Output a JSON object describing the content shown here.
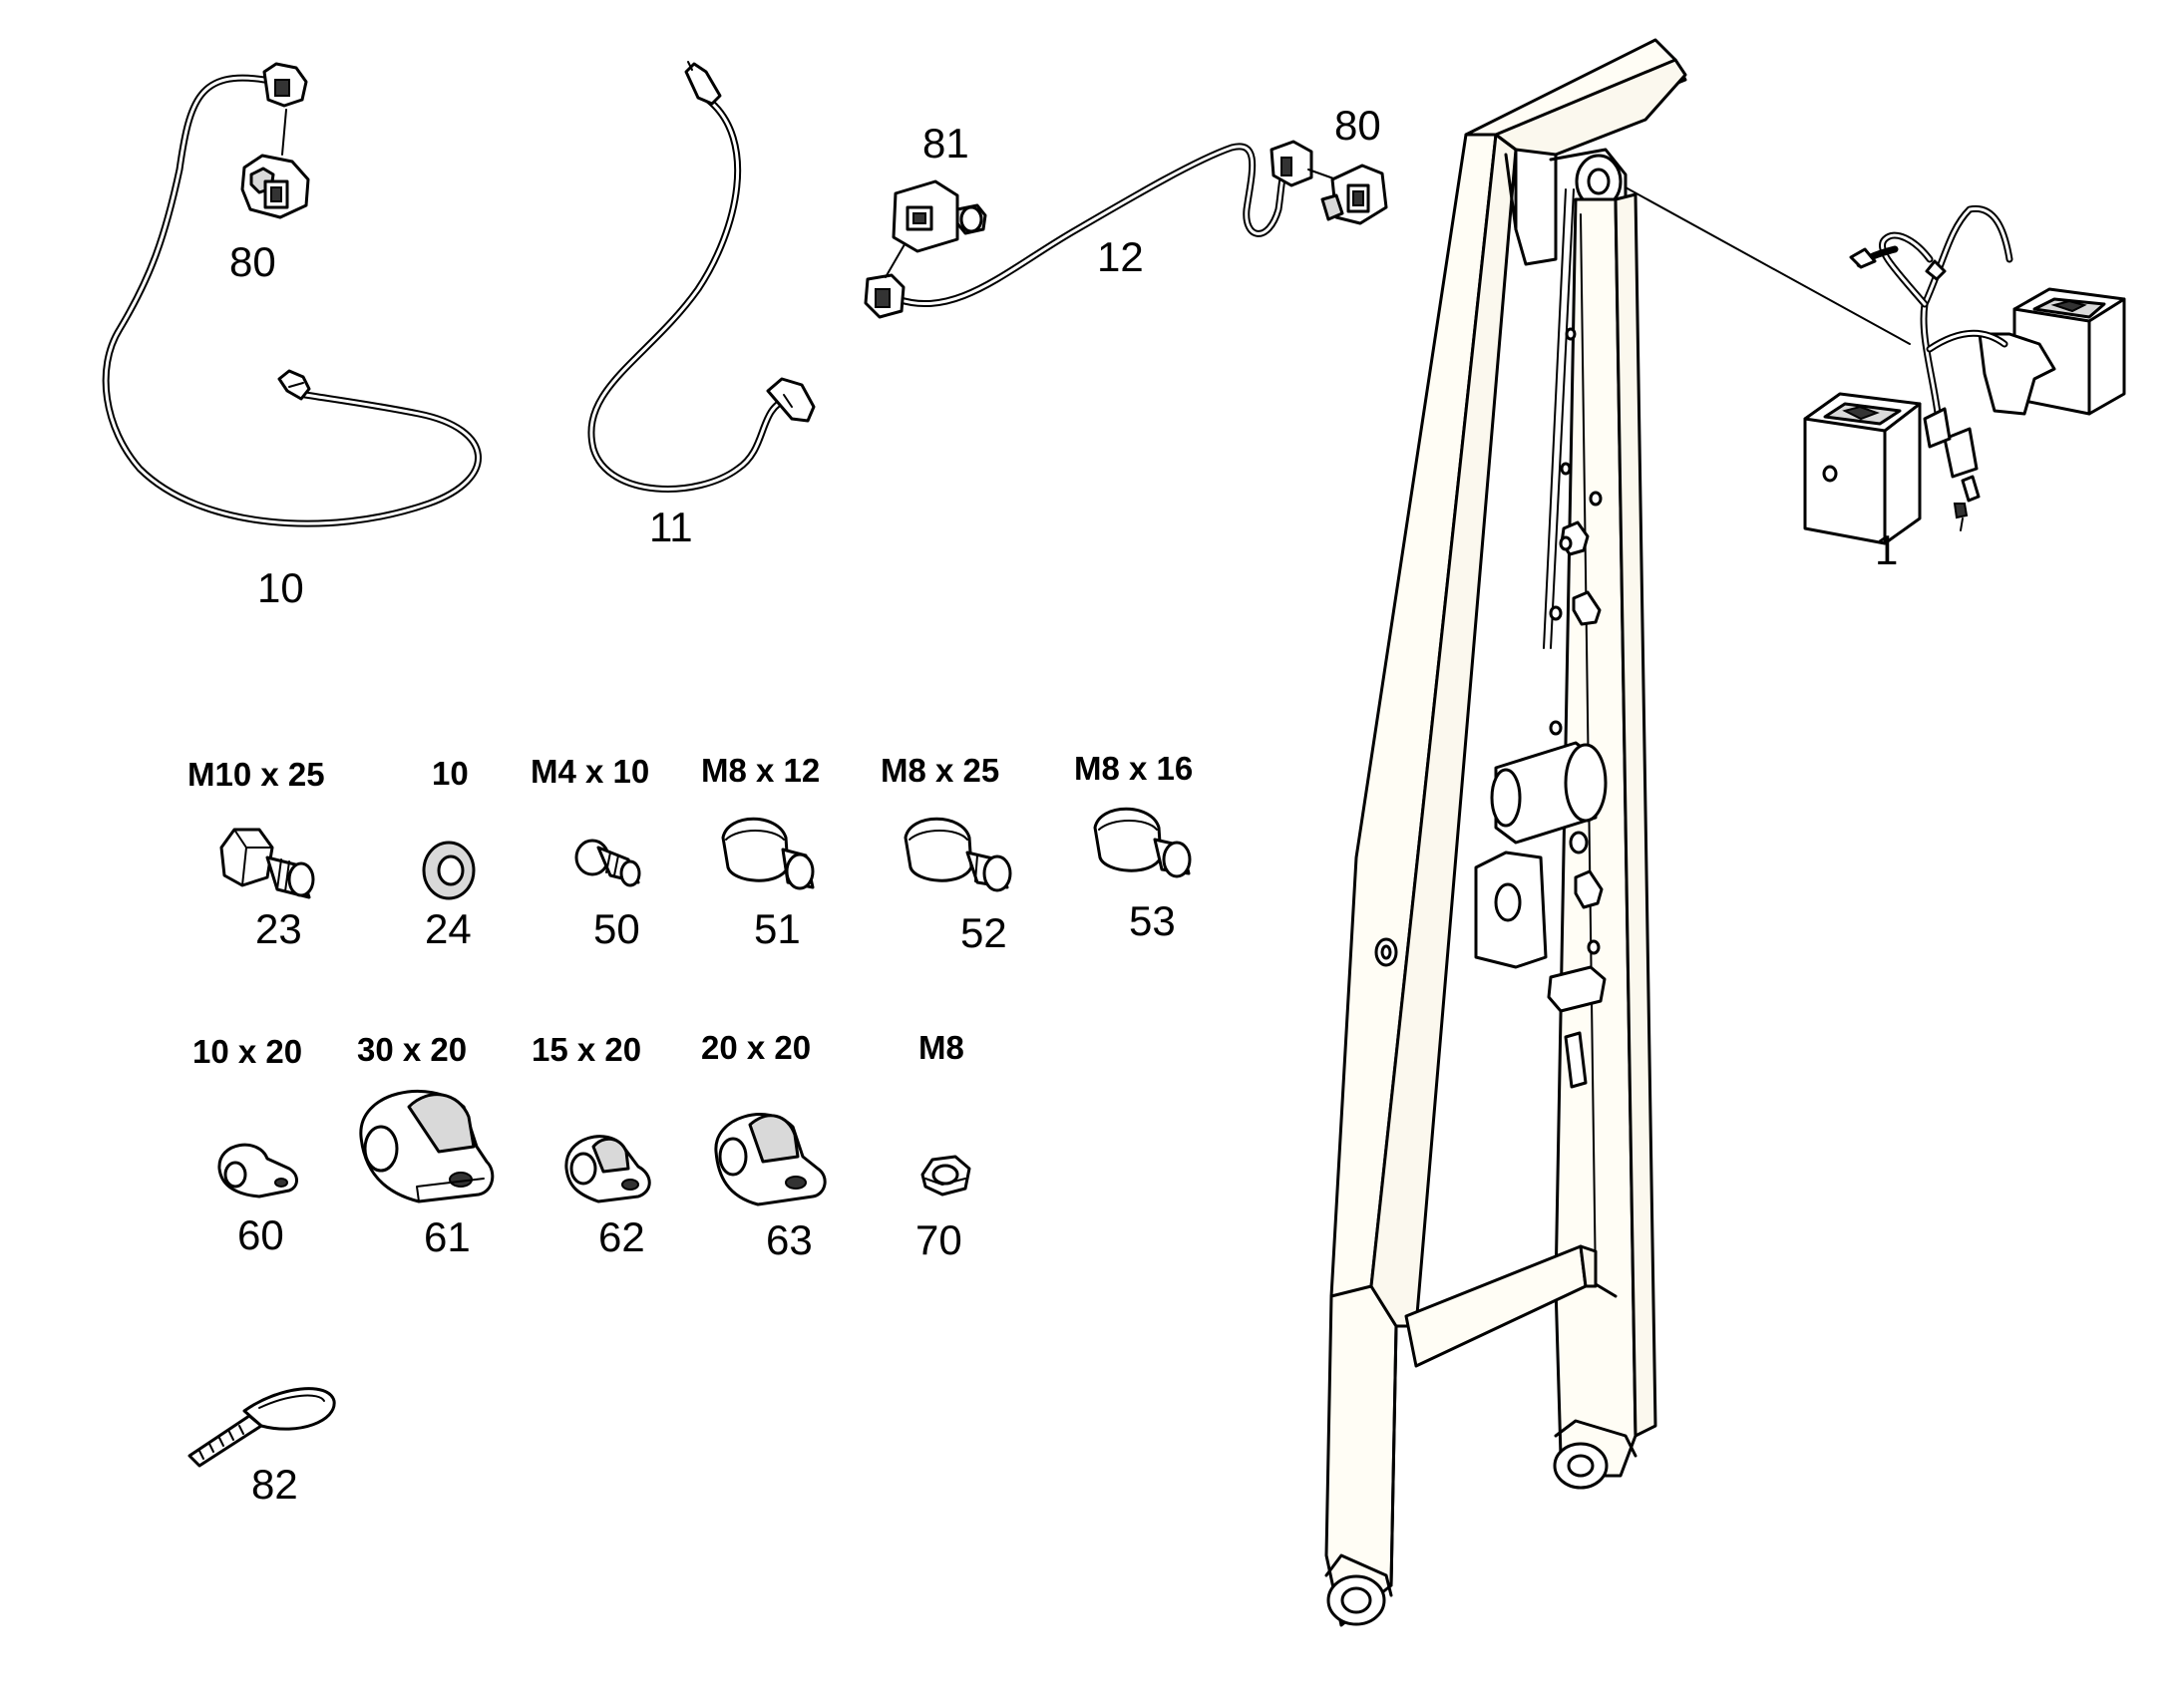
{
  "callouts": {
    "c10": "10",
    "c80a": "80",
    "c11": "11",
    "c81": "81",
    "c80b": "80",
    "c12": "12",
    "c1": "1",
    "c23": "23",
    "c24": "24",
    "c50": "50",
    "c51": "51",
    "c52": "52",
    "c53": "53",
    "c60": "60",
    "c61": "61",
    "c62": "62",
    "c63": "63",
    "c70": "70",
    "c82": "82"
  },
  "specs": {
    "s23": "M10 x 25",
    "s24": "10",
    "s50": "M4 x 10",
    "s51": "M8 x 12",
    "s52": "M8 x 25",
    "s53": "M8 x 16",
    "s60": "10 x 20",
    "s61": "30 x 20",
    "s62": "15 x 20",
    "s63": "20 x 20",
    "s70": "M8"
  }
}
